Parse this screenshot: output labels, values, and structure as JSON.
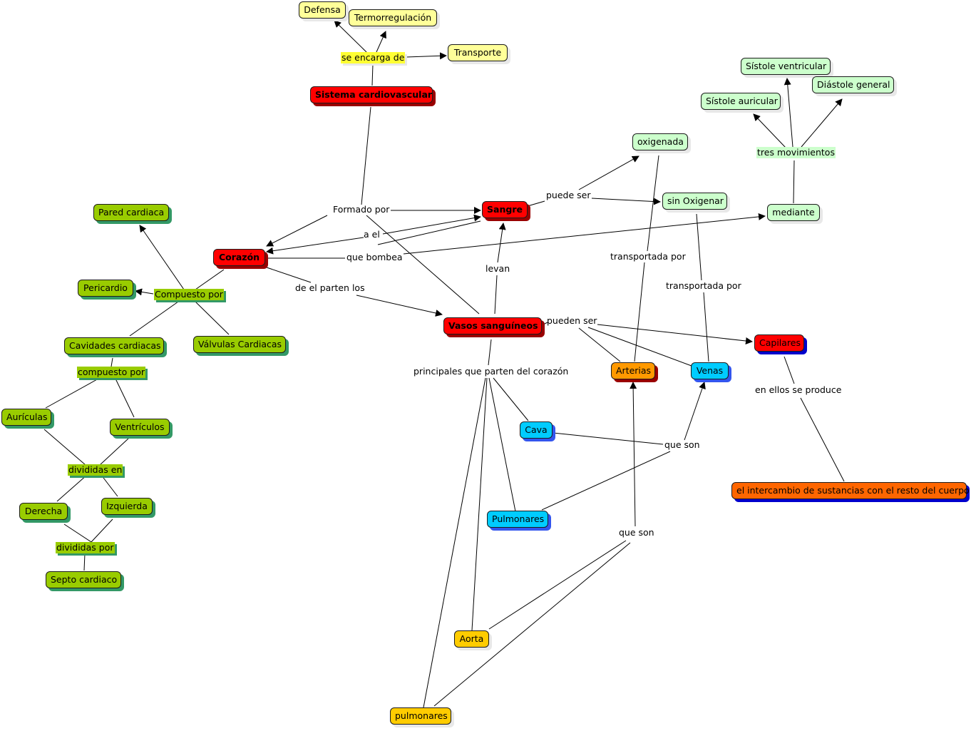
{
  "colors": {
    "red": "#ff0000",
    "yellow": "#ffff99",
    "green": "#99cc00",
    "lightgreen": "#ccffcc",
    "cyan": "#00ccff",
    "orange": "#ff9900",
    "gold": "#ffcc00",
    "darkorange": "#ff6600",
    "shadow_dark": "#990000",
    "shadow_green": "#339966",
    "shadow_light": "#e8e8e8",
    "shadow_blue": "#3355ee",
    "shadow_blue_dark": "#0000cc",
    "label_yellow": "#ffff33",
    "label_green": "#99cc00"
  },
  "concepts": {
    "sistema": "Sistema cardiovascular",
    "defensa": "Defensa",
    "termo": "Termorregulación",
    "transporte": "Transporte",
    "corazon": "Corazón",
    "sangre": "Sangre",
    "vasos": "Vasos sanguíneos",
    "pared": "Pared cardiaca",
    "pericardio": "Pericardio",
    "cavidades": "Cavidades cardiacas",
    "valvulas": "Válvulas Cardiacas",
    "auriculas": "Aurículas",
    "ventriculos": "Ventrículos",
    "derecha": "Derecha",
    "izquierda": "Izquierda",
    "septo": "Septo cardiaco",
    "oxigenada": "oxigenada",
    "sinoxigenar": "sin Oxigenar",
    "mediante": "mediante",
    "sistole_v": "Sístole ventricular",
    "diastole": "Diástole general",
    "sistole_a": "Sístole auricular",
    "capilares": "Capilares",
    "arterias": "Arterias",
    "venas": "Venas",
    "cava": "Cava",
    "pulmonares_v": "Pulmonares",
    "aorta": "Aorta",
    "pulmonares_a": "pulmonares",
    "intercambio": "el intercambio de sustancias con el resto del cuerpo"
  },
  "links": {
    "se_encarga": "se encarga de",
    "formado": "Formado por",
    "a_el": "a el",
    "que_bombea": "que bombea",
    "de_el_parten": "de el parten los",
    "levan": "levan",
    "puede_ser": "puede ser",
    "tres_mov": "tres movimientos",
    "transp1": "transportada por",
    "transp2": "transportada por",
    "pueden_ser": "pueden ser",
    "compuesto_por": "Compuesto por",
    "compuesto_por2": "compuesto por",
    "divididas_en": "divididas en",
    "divididas_por": "divididas por",
    "principales": "principales que parten del corazón",
    "en_ellos": "en ellos se produce",
    "que_son1": "que son",
    "que_son2": "que son"
  }
}
